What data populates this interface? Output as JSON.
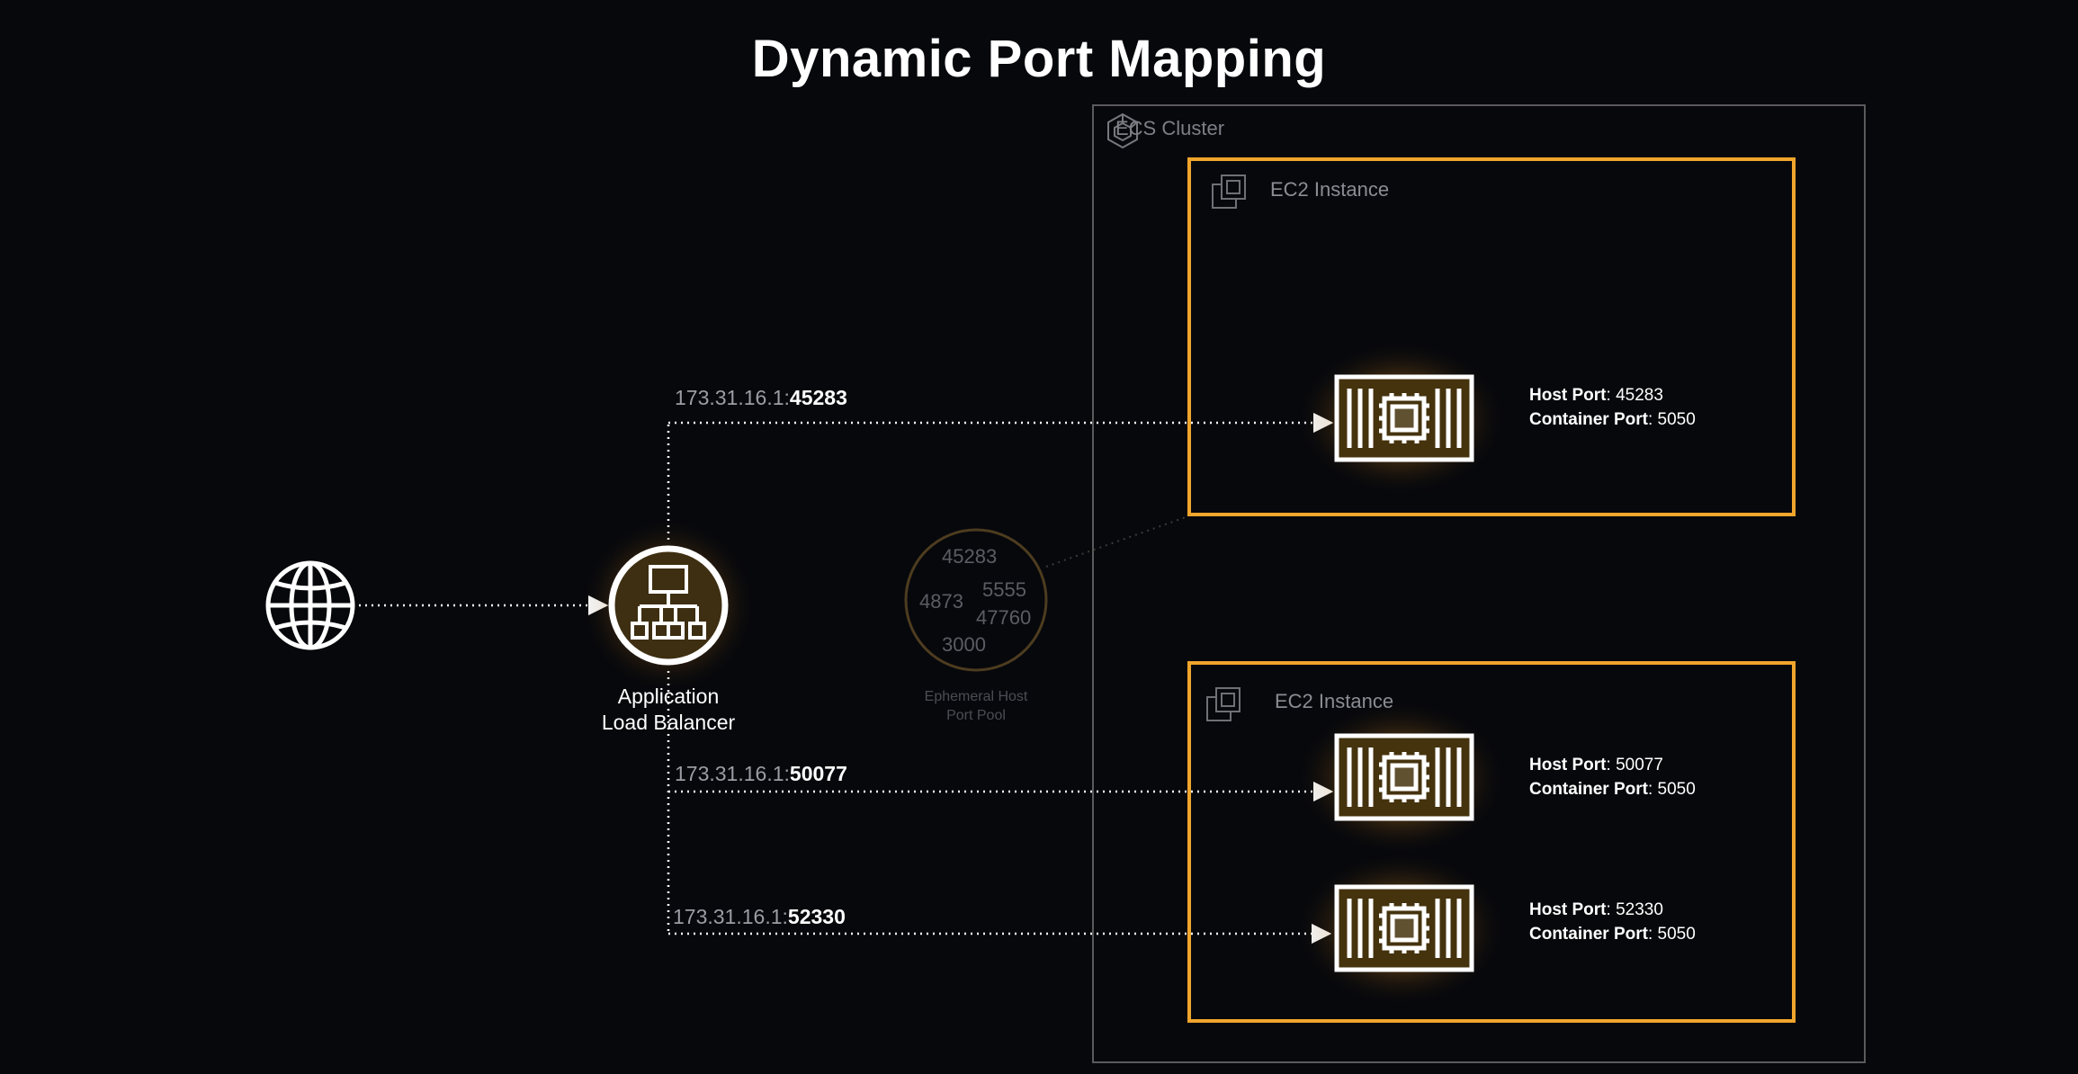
{
  "title": "Dynamic Port Mapping",
  "cluster": {
    "label": "ECS Cluster"
  },
  "instances": [
    {
      "label": "EC2 Instance"
    },
    {
      "label": "EC2 Instance"
    }
  ],
  "load_balancer": {
    "label_line1": "Application",
    "label_line2": "Load Balancer"
  },
  "routes": [
    {
      "ip": "173.31.16.1:",
      "port": "45283"
    },
    {
      "ip": "173.31.16.1:",
      "port": "50077"
    },
    {
      "ip": "173.31.16.1:",
      "port": "52330"
    }
  ],
  "port_pool": {
    "ports": [
      "45283",
      "4873",
      "5555",
      "47760",
      "3000"
    ],
    "label_line1": "Ephemeral Host",
    "label_line2": "Port Pool"
  },
  "containers": [
    {
      "host_port_label": "Host Port",
      "host_port": "45283",
      "container_port_label": "Container Port",
      "container_port": "5050"
    },
    {
      "host_port_label": "Host Port",
      "host_port": "50077",
      "container_port_label": "Container Port",
      "container_port": "5050"
    },
    {
      "host_port_label": "Host Port",
      "host_port": "52330",
      "container_port_label": "Container Port",
      "container_port": "5050"
    }
  ],
  "icons": {
    "internet": "globe-icon",
    "load_balancer": "load-balancer-icon",
    "cluster": "ecs-cluster-icon",
    "instance": "ec2-instance-icon",
    "container": "container-icon"
  },
  "colors": {
    "background": "#07080c",
    "instance_border": "#f0a52c",
    "cluster_border": "#5a5a5c",
    "glow": "#ffb63f",
    "container_fill": "#45330e"
  }
}
